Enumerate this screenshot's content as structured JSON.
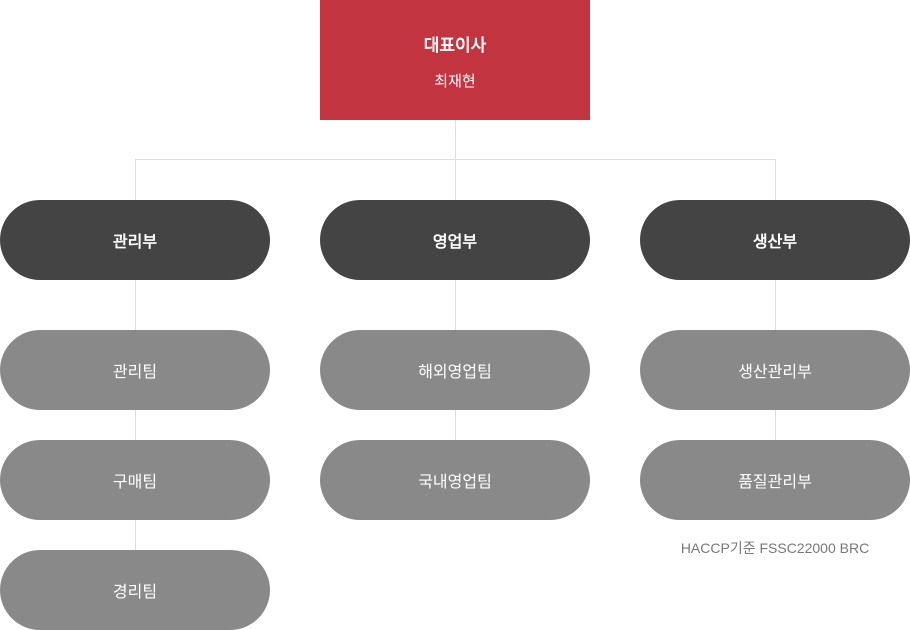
{
  "ceo": {
    "title": "대표이사",
    "name": "최재현"
  },
  "departments": [
    {
      "label": "관리부",
      "teams": [
        "관리팀",
        "구매팀",
        "경리팀"
      ]
    },
    {
      "label": "영업부",
      "teams": [
        "해외영업팀",
        "국내영업팀"
      ]
    },
    {
      "label": "생산부",
      "teams": [
        "생산관리부",
        "품질관리부"
      ],
      "note": "HACCP기준 FSSC22000 BRC"
    }
  ],
  "colors": {
    "ceo_bg": "#c2343f",
    "dept_bg": "#444444",
    "team_bg": "#898989",
    "connector": "#dddddd"
  }
}
